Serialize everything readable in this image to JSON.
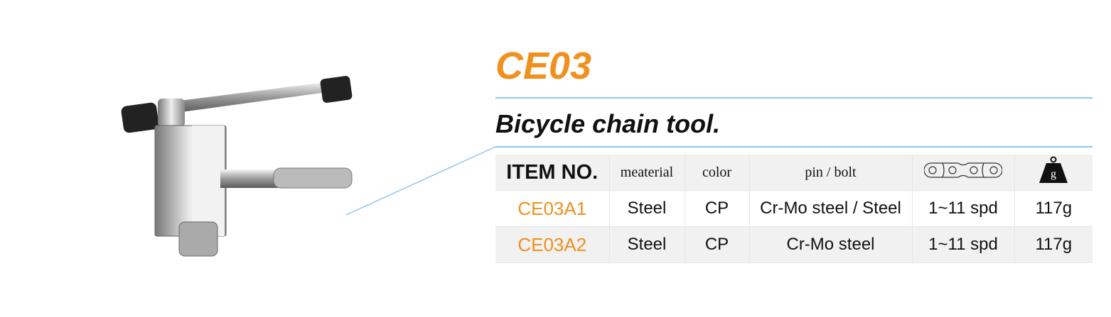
{
  "product": {
    "code": "CE03",
    "description": "Bicycle chain tool."
  },
  "table": {
    "headers": {
      "item": "ITEM NO.",
      "material": "meaterial",
      "color": "color",
      "pin": "pin / bolt",
      "speed_icon": "chain-icon",
      "weight_icon": "weight-icon",
      "weight_icon_label": "g"
    },
    "rows": [
      {
        "item": "CE03A1",
        "material": "Steel",
        "color": "CP",
        "pin": "Cr-Mo steel / Steel",
        "speed": "1~11 spd",
        "weight": "117g"
      },
      {
        "item": "CE03A2",
        "material": "Steel",
        "color": "CP",
        "pin": "Cr-Mo steel",
        "speed": "1~11 spd",
        "weight": "117g"
      }
    ]
  },
  "colors": {
    "accent": "#f0901e",
    "rule": "#8cc8ec"
  }
}
